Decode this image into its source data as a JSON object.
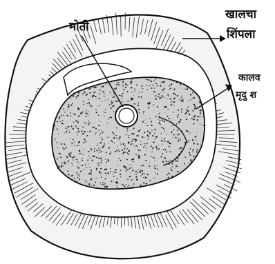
{
  "labels": {
    "pearl": "मोती",
    "lower_shell_line1": "खालचा",
    "lower_shell_line2": "शिंपला",
    "soft_body_line1": "कालव",
    "soft_body_line2": "मृदु श"
  },
  "colors": {
    "ink": "#111111",
    "paper": "#ffffff",
    "speckle": "#1a1a1a"
  }
}
